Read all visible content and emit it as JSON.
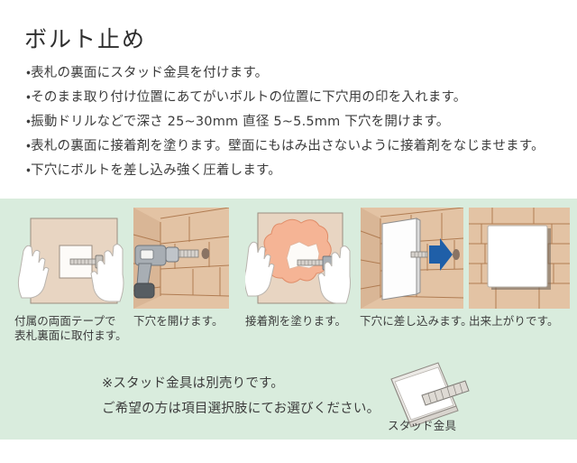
{
  "title": "ボルト止め",
  "instructions": [
    "・表札の裏面にスタッド金具を付けます。",
    "・そのまま取り付け位置にあてがいボルトの位置に下穴用の印を入れます。",
    "・振動ドリルなどで深さ 25~30mm 直径 5~5.5mm 下穴を開けます。",
    "・表札の裏面に接着剤を塗ります。壁面にもはみ出さないように接着剤をなじませます。",
    "・下穴にボルトを差し込み強く圧着します。"
  ],
  "steps": [
    {
      "id": "attach-tape",
      "caption_line1": "付属の両面テープで",
      "caption_line2": "表札裏面に取付ます。",
      "art": "hands-plate-bolt"
    },
    {
      "id": "drill-hole",
      "caption_line1": "下穴を開けます。",
      "caption_line2": "",
      "art": "drill-brick-wall"
    },
    {
      "id": "apply-adhesive",
      "caption_line1": "接着剤を塗ります。",
      "caption_line2": "",
      "art": "adhesive-on-plate"
    },
    {
      "id": "insert-bolt",
      "caption_line1": "下穴に差し込みます。",
      "caption_line2": "",
      "art": "plate-arrow-wall"
    },
    {
      "id": "finished",
      "caption_line1": "出来上がりです。",
      "caption_line2": "",
      "art": "finished-nameplate"
    }
  ],
  "note": {
    "line1": "※スタッド金具は別売りです。",
    "line2": "ご希望の方は項目選択肢にてお選びください。"
  },
  "stud": {
    "label": "スタッド金具"
  },
  "colors": {
    "panel_background": "#d9ecdd",
    "page_background": "#ffffff",
    "text": "#3c3c3c",
    "title": "#2e2e2e",
    "brick": "#e3c3a4",
    "brick_line": "#b07c52",
    "plate_beige": "#e8d5c2",
    "adhesive": "#f5b495",
    "arrow_blue": "#1f5fa8",
    "drill_gray": "#a8aeb4",
    "plate_white": "#ffffff"
  }
}
